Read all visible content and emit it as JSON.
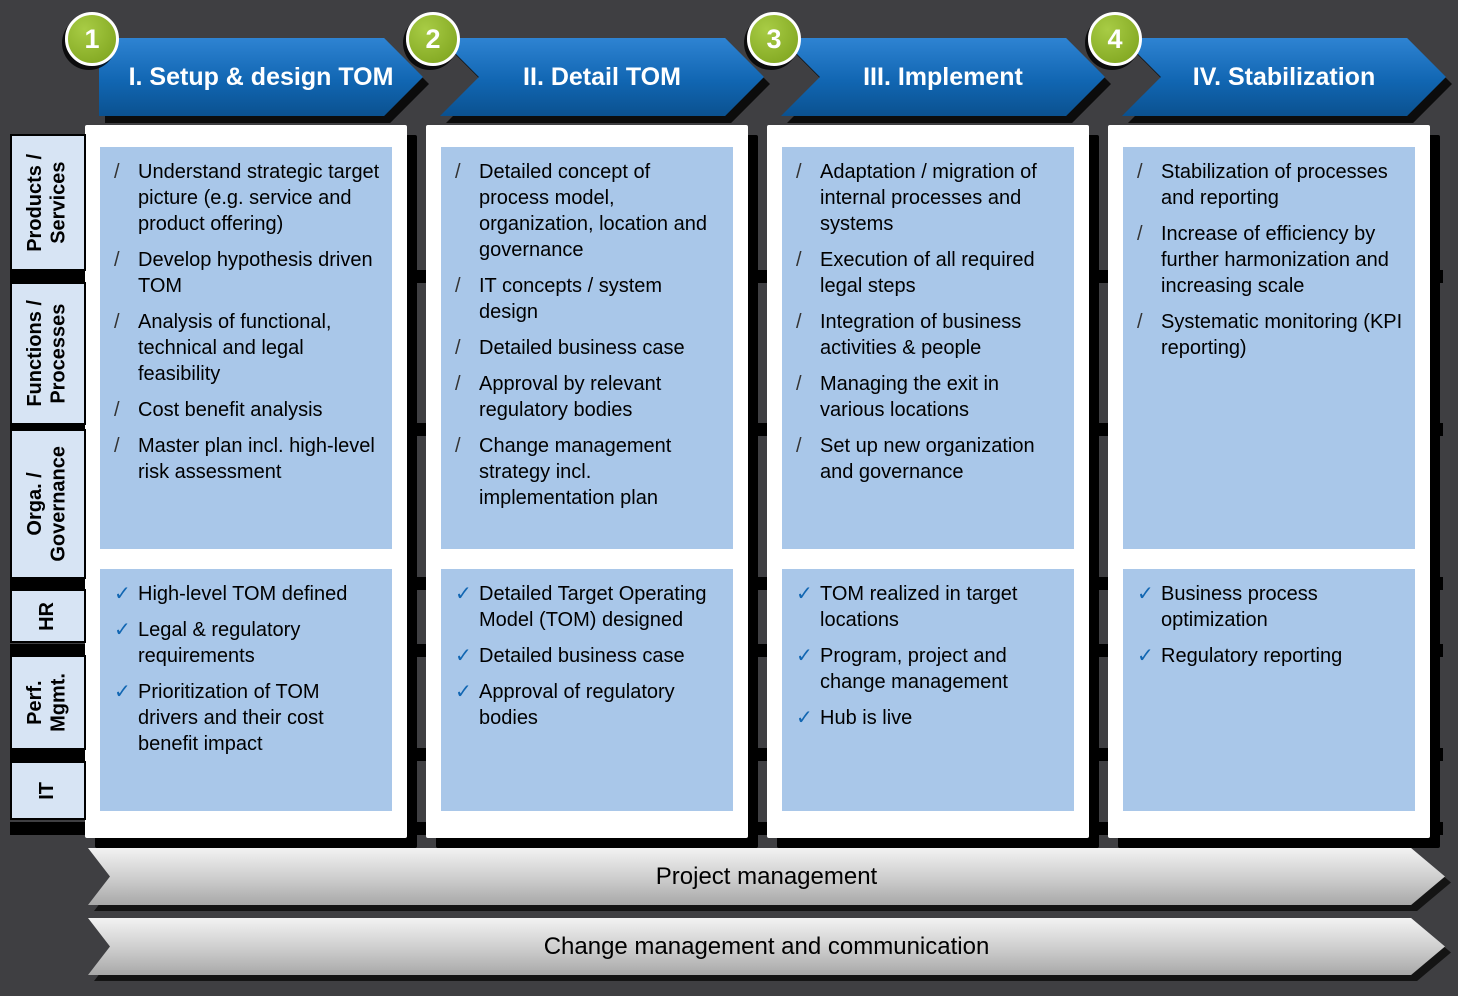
{
  "row_labels": [
    "Products /\nServices",
    "Functions /\nProcesses",
    "Orga. /\nGovernance",
    "HR",
    "Perf.\nMgmt.",
    "IT"
  ],
  "bullets": {
    "activity": "/",
    "deliverable": "✓"
  },
  "phases": [
    {
      "number": "1",
      "title": "I. Setup & design TOM",
      "activities": [
        "Understand strategic target picture (e.g. service and product offering)",
        "Develop hypothesis driven TOM",
        "Analysis of functional, technical and legal feasibility",
        "Cost benefit analysis",
        "Master plan incl. high-level risk assessment"
      ],
      "deliverables": [
        "High-level TOM defined",
        "Legal & regulatory requirements",
        "Prioritization of TOM drivers and their cost benefit impact"
      ]
    },
    {
      "number": "2",
      "title": "II. Detail TOM",
      "activities": [
        "Detailed concept of process model, organization, location and governance",
        "IT concepts / system design",
        "Detailed business case",
        "Approval by relevant regulatory bodies",
        "Change management strategy incl. implementation plan"
      ],
      "deliverables": [
        "Detailed Target Operating Model (TOM) designed",
        "Detailed business case",
        "Approval of regulatory bodies"
      ]
    },
    {
      "number": "3",
      "title": "III. Implement",
      "activities": [
        "Adaptation / migration of internal processes and systems",
        "Execution of all required legal steps",
        "Integration of business activities & people",
        "Managing the exit in various locations",
        "Set up new organization and governance"
      ],
      "deliverables": [
        "TOM realized in target locations",
        "Program, project and change management",
        "Hub is live"
      ]
    },
    {
      "number": "4",
      "title": "IV. Stabilization",
      "activities": [
        "Stabilization of processes and reporting",
        "Increase of efficiency by further harmonization and increasing scale",
        "Systematic monitoring (KPI reporting)"
      ],
      "deliverables": [
        "Business process optimization",
        "Regulatory reporting"
      ]
    }
  ],
  "banners": [
    "Project management",
    "Change management and communication"
  ],
  "colors": {
    "header_blue": "#1166b2",
    "box_blue": "#a9c7e9",
    "label_blue": "#d7e4f4",
    "badge_green": "#86ab25",
    "banner_gray": "#cccccc",
    "background_dark": "#3f3f42"
  }
}
